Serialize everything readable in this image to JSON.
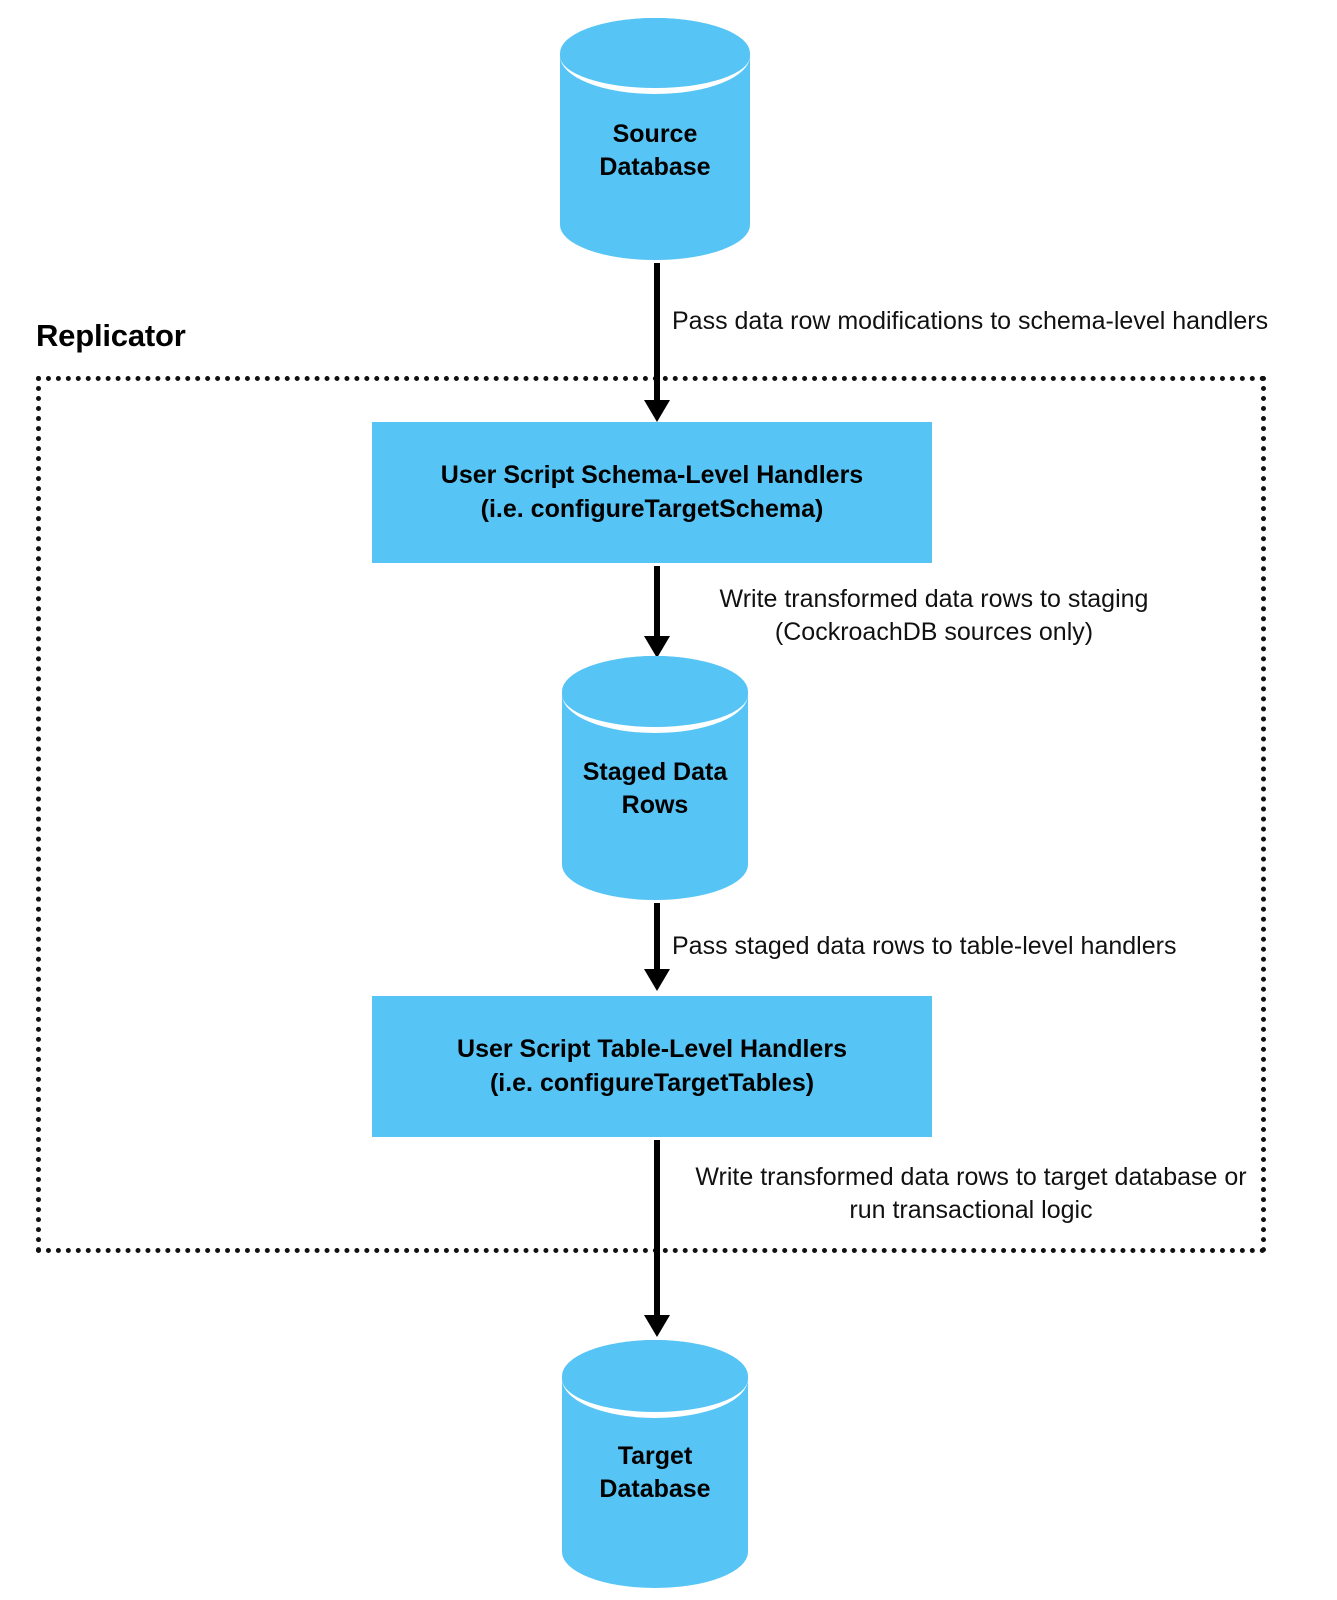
{
  "diagram": {
    "title": "Replicator",
    "colors": {
      "node_fill": "#56C4F5",
      "stroke": "#000000",
      "text": "#000000",
      "background": "#FFFFFF"
    },
    "nodes": {
      "source_database": {
        "label": "Source\nDatabase",
        "shape": "cylinder"
      },
      "schema_handlers": {
        "label": "User Script Schema-Level Handlers\n(i.e. configureTargetSchema)",
        "shape": "rectangle"
      },
      "staged_rows": {
        "label": "Staged Data\nRows",
        "shape": "cylinder"
      },
      "table_handlers": {
        "label": "User Script Table-Level Handlers\n(i.e. configureTargetTables)",
        "shape": "rectangle"
      },
      "target_database": {
        "label": "Target\nDatabase",
        "shape": "cylinder"
      }
    },
    "edges": {
      "source_to_schema": "Pass data row modifications to schema-level handlers",
      "schema_to_staged": "Write transformed data rows to staging\n(CockroachDB sources only)",
      "staged_to_table": "Pass staged data rows to table-level handlers",
      "table_to_target": "Write transformed data rows to target database or\nrun transactional logic"
    }
  }
}
